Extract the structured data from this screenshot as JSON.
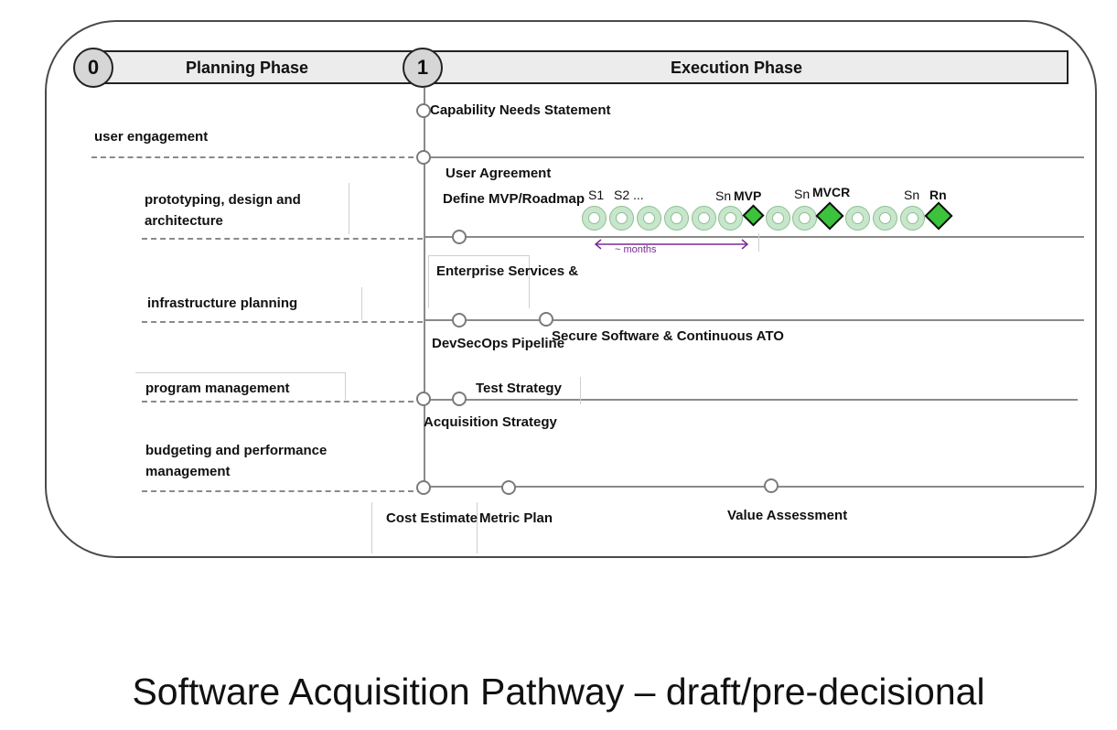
{
  "phases": {
    "planning": {
      "badge": "0",
      "label": "Planning Phase"
    },
    "execution": {
      "badge": "1",
      "label": "Execution Phase"
    }
  },
  "lanes": [
    {
      "label": "user engagement"
    },
    {
      "label": "prototyping, design and architecture"
    },
    {
      "label": "infrastructure planning"
    },
    {
      "label": "program management"
    },
    {
      "label": "budgeting and performance management"
    }
  ],
  "milestones": {
    "capability_needs": "Capability Needs Statement",
    "user_agreement": "User Agreement",
    "define_mvp": "Define MVP/Roadmap",
    "enterprise_services": "Enterprise Services &",
    "devsecops": "DevSecOps Pipeline",
    "secure_software": "Secure Software & Continuous ATO",
    "test_strategy": "Test Strategy",
    "acquisition_strategy": "Acquisition Strategy",
    "cost_estimate": "Cost Estimate",
    "metric_plan": "Metric Plan",
    "value_assessment": "Value Assessment"
  },
  "sprints": {
    "s1": "S1",
    "s2": "S2 ...",
    "sn": "Sn",
    "mvp": "MVP",
    "mvcr": "MVCR",
    "rn": "Rn",
    "duration": "~ months"
  },
  "colors": {
    "sprint_fill": "#c7e6cb",
    "release_diamond": "#3cc23c",
    "duration_arrow": "#7a2c95",
    "phase_bar": "#ececec"
  },
  "caption": "Software Acquisition Pathway – draft/pre-decisional"
}
